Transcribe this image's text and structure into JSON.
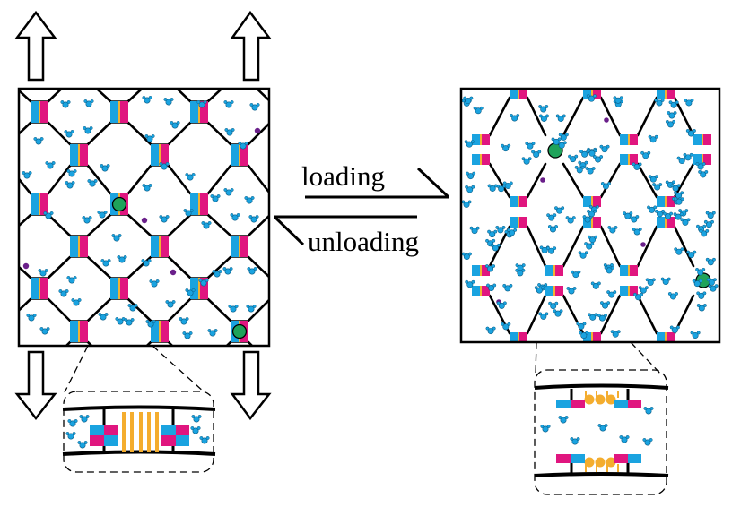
{
  "labels": {
    "loading": "loading",
    "unloading": "unloading"
  },
  "colors": {
    "connector_blue": "#1aa3e0",
    "connector_pink": "#e0167f",
    "connector_yellow": "#f2b233",
    "water_blue": "#1aa3e0",
    "green_node": "#1fa35a",
    "purple_ion": "#6a1f8a",
    "orange_crosslink": "#f4ad2e",
    "line": "#000000"
  },
  "states": [
    {
      "name": "unloaded-lattice",
      "lattice": "re-entrant-square",
      "arrows": [
        "up",
        "up",
        "down",
        "down"
      ]
    },
    {
      "name": "loaded-lattice",
      "lattice": "zigzag-stretched"
    }
  ],
  "insets": [
    {
      "name": "closed-junction-inset",
      "crosslinks": "striped",
      "crosslink_count": 5
    },
    {
      "name": "open-junction-inset",
      "crosslinks": "bead-chains",
      "crosslink_count": 4
    }
  ],
  "icons": {
    "arrow_up": "arrow-up-icon",
    "arrow_down": "arrow-down-icon",
    "water_molecule": "water-molecule-icon",
    "ion": "ion-icon",
    "node": "node-icon"
  }
}
